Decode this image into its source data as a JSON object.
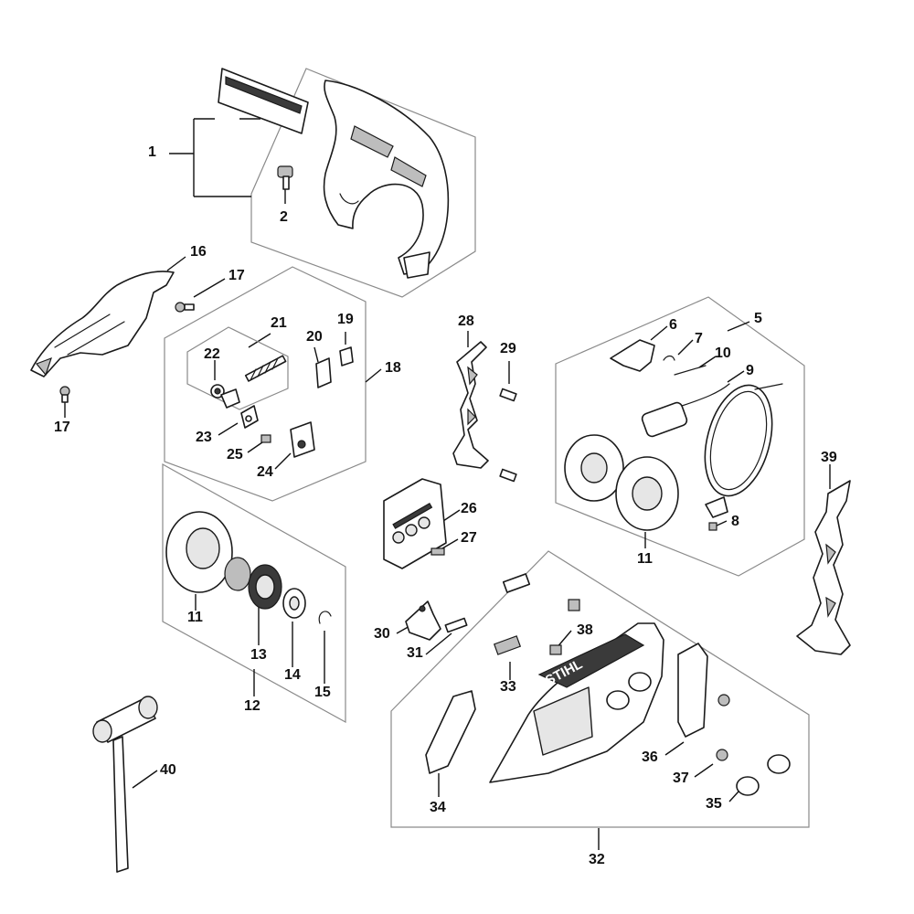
{
  "diagram": {
    "logo_text": "STIHL",
    "callouts": {
      "c1": "1",
      "c2": "2",
      "c5": "5",
      "c6": "6",
      "c7": "7",
      "c8": "8",
      "c9": "9",
      "c10": "10",
      "c11a": "11",
      "c11b": "11",
      "c12": "12",
      "c13": "13",
      "c14": "14",
      "c15": "15",
      "c16": "16",
      "c17a": "17",
      "c17b": "17",
      "c18": "18",
      "c19": "19",
      "c20": "20",
      "c21": "21",
      "c22": "22",
      "c23": "23",
      "c24": "24",
      "c25": "25",
      "c26": "26",
      "c27": "27",
      "c28": "28",
      "c29": "29",
      "c30": "30",
      "c31": "31",
      "c32": "32",
      "c33": "33",
      "c34": "34",
      "c35": "35",
      "c36": "36",
      "c37": "37",
      "c38": "38",
      "c39": "39",
      "c40": "40"
    }
  }
}
